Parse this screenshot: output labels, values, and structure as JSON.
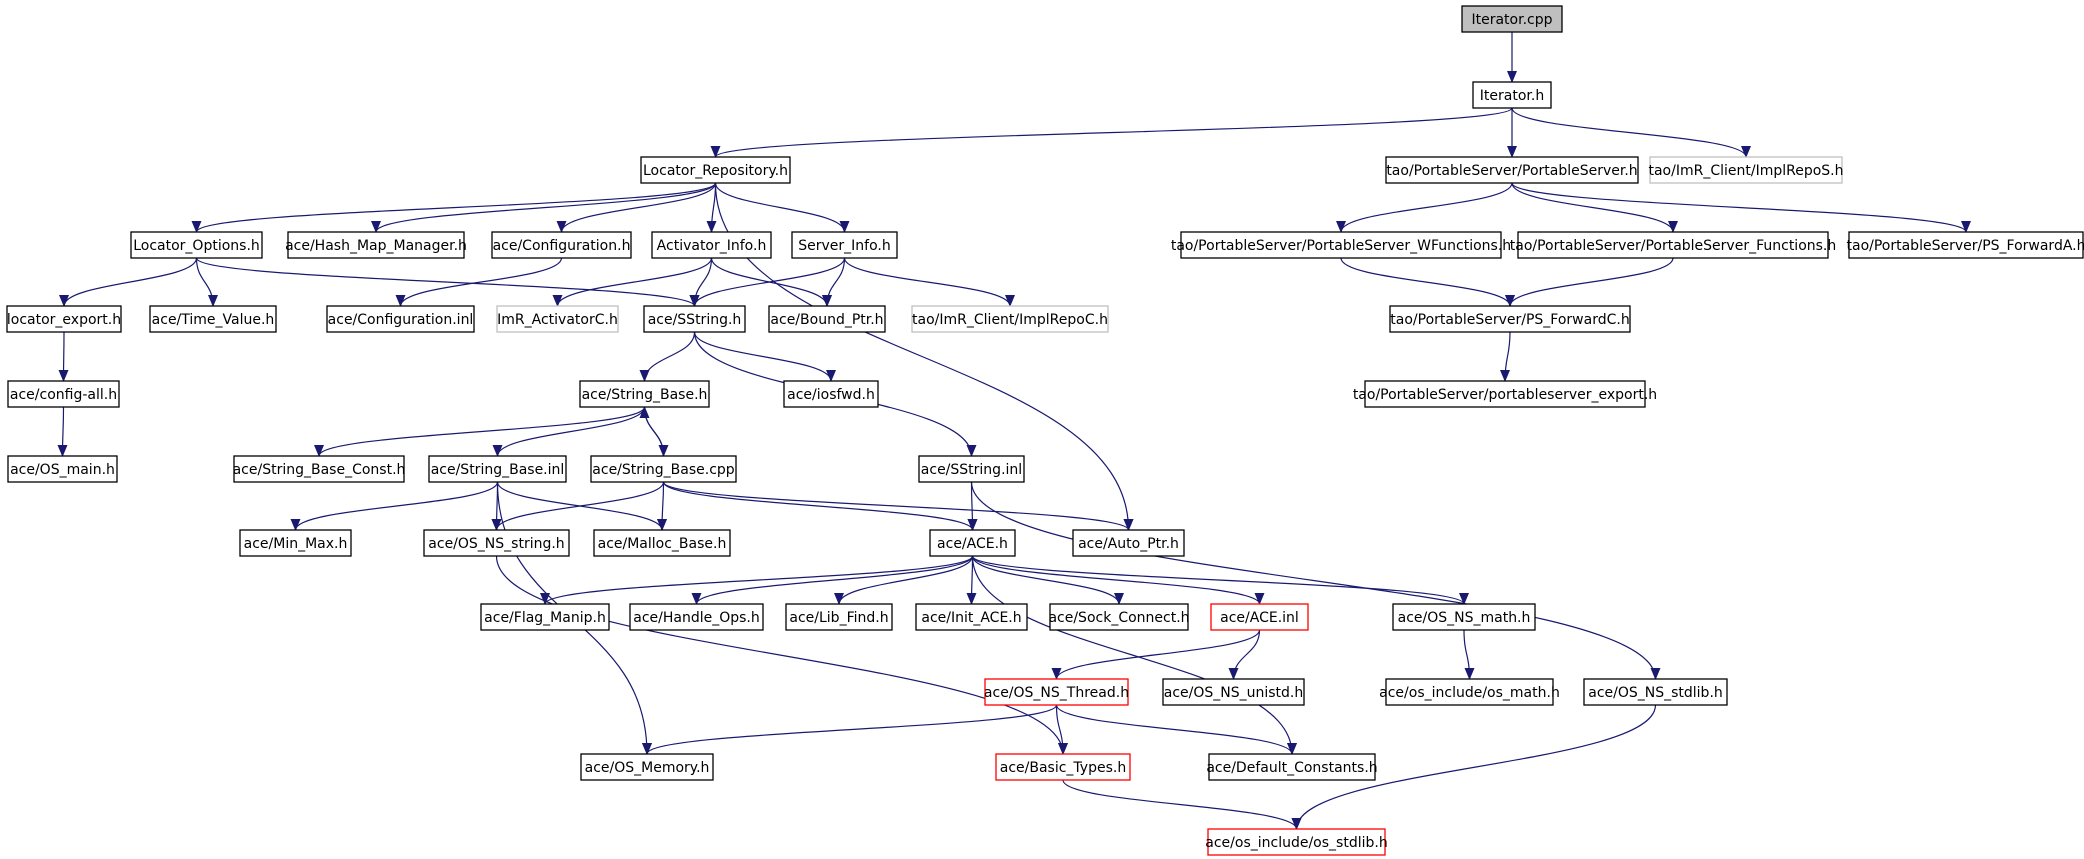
{
  "nodes": [
    {
      "id": "n_iterator_cpp",
      "label": "Iterator.cpp",
      "style": "root"
    },
    {
      "id": "n_iterator_h",
      "label": "Iterator.h",
      "style": "normal"
    },
    {
      "id": "n_locator_repository",
      "label": "Locator_Repository.h",
      "style": "normal"
    },
    {
      "id": "n_portableserver",
      "label": "tao/PortableServer/PortableServer.h",
      "style": "normal"
    },
    {
      "id": "n_implrepos",
      "label": "tao/ImR_Client/ImplRepoS.h",
      "style": "external"
    },
    {
      "id": "n_locator_options",
      "label": "Locator_Options.h",
      "style": "normal"
    },
    {
      "id": "n_hash_map_manager",
      "label": "ace/Hash_Map_Manager.h",
      "style": "normal"
    },
    {
      "id": "n_configuration_h",
      "label": "ace/Configuration.h",
      "style": "normal"
    },
    {
      "id": "n_activator_info",
      "label": "Activator_Info.h",
      "style": "normal"
    },
    {
      "id": "n_server_info",
      "label": "Server_Info.h",
      "style": "normal"
    },
    {
      "id": "n_ps_wfunctions",
      "label": "tao/PortableServer/PortableServer_WFunctions.h",
      "style": "normal"
    },
    {
      "id": "n_ps_functions",
      "label": "tao/PortableServer/PortableServer_Functions.h",
      "style": "normal"
    },
    {
      "id": "n_ps_forwarda",
      "label": "tao/PortableServer/PS_ForwardA.h",
      "style": "normal"
    },
    {
      "id": "n_locator_export",
      "label": "locator_export.h",
      "style": "normal"
    },
    {
      "id": "n_time_value",
      "label": "ace/Time_Value.h",
      "style": "normal"
    },
    {
      "id": "n_configuration_inl",
      "label": "ace/Configuration.inl",
      "style": "normal"
    },
    {
      "id": "n_imr_activatorc",
      "label": "ImR_ActivatorC.h",
      "style": "external"
    },
    {
      "id": "n_sstring_h",
      "label": "ace/SString.h",
      "style": "normal"
    },
    {
      "id": "n_bound_ptr",
      "label": "ace/Bound_Ptr.h",
      "style": "normal"
    },
    {
      "id": "n_implrepoc",
      "label": "tao/ImR_Client/ImplRepoC.h",
      "style": "external"
    },
    {
      "id": "n_ps_forwardc",
      "label": "tao/PortableServer/PS_ForwardC.h",
      "style": "normal"
    },
    {
      "id": "n_config_all",
      "label": "ace/config-all.h",
      "style": "normal"
    },
    {
      "id": "n_string_base_h",
      "label": "ace/String_Base.h",
      "style": "normal"
    },
    {
      "id": "n_iosfwd",
      "label": "ace/iosfwd.h",
      "style": "normal"
    },
    {
      "id": "n_portableserver_export",
      "label": "tao/PortableServer/portableserver_export.h",
      "style": "normal"
    },
    {
      "id": "n_os_main",
      "label": "ace/OS_main.h",
      "style": "normal"
    },
    {
      "id": "n_string_base_const",
      "label": "ace/String_Base_Const.h",
      "style": "normal"
    },
    {
      "id": "n_string_base_inl",
      "label": "ace/String_Base.inl",
      "style": "normal"
    },
    {
      "id": "n_string_base_cpp",
      "label": "ace/String_Base.cpp",
      "style": "normal"
    },
    {
      "id": "n_sstring_inl",
      "label": "ace/SString.inl",
      "style": "normal"
    },
    {
      "id": "n_min_max",
      "label": "ace/Min_Max.h",
      "style": "normal"
    },
    {
      "id": "n_os_ns_string",
      "label": "ace/OS_NS_string.h",
      "style": "normal"
    },
    {
      "id": "n_malloc_base",
      "label": "ace/Malloc_Base.h",
      "style": "normal"
    },
    {
      "id": "n_ace_h",
      "label": "ace/ACE.h",
      "style": "normal"
    },
    {
      "id": "n_auto_ptr",
      "label": "ace/Auto_Ptr.h",
      "style": "normal"
    },
    {
      "id": "n_flag_manip",
      "label": "ace/Flag_Manip.h",
      "style": "normal"
    },
    {
      "id": "n_handle_ops",
      "label": "ace/Handle_Ops.h",
      "style": "normal"
    },
    {
      "id": "n_lib_find",
      "label": "ace/Lib_Find.h",
      "style": "normal"
    },
    {
      "id": "n_init_ace",
      "label": "ace/Init_ACE.h",
      "style": "normal"
    },
    {
      "id": "n_sock_connect",
      "label": "ace/Sock_Connect.h",
      "style": "normal"
    },
    {
      "id": "n_ace_inl",
      "label": "ace/ACE.inl",
      "style": "truncated"
    },
    {
      "id": "n_os_ns_math",
      "label": "ace/OS_NS_math.h",
      "style": "normal"
    },
    {
      "id": "n_os_ns_thread",
      "label": "ace/OS_NS_Thread.h",
      "style": "truncated"
    },
    {
      "id": "n_os_ns_unistd",
      "label": "ace/OS_NS_unistd.h",
      "style": "normal"
    },
    {
      "id": "n_os_math",
      "label": "ace/os_include/os_math.h",
      "style": "normal"
    },
    {
      "id": "n_os_ns_stdlib",
      "label": "ace/OS_NS_stdlib.h",
      "style": "normal"
    },
    {
      "id": "n_os_memory",
      "label": "ace/OS_Memory.h",
      "style": "normal"
    },
    {
      "id": "n_basic_types",
      "label": "ace/Basic_Types.h",
      "style": "truncated"
    },
    {
      "id": "n_default_constants",
      "label": "ace/Default_Constants.h",
      "style": "normal"
    },
    {
      "id": "n_os_stdlib",
      "label": "ace/os_include/os_stdlib.h",
      "style": "truncated"
    }
  ],
  "edges": [
    [
      "n_iterator_cpp",
      "n_iterator_h"
    ],
    [
      "n_iterator_h",
      "n_locator_repository"
    ],
    [
      "n_iterator_h",
      "n_portableserver"
    ],
    [
      "n_iterator_h",
      "n_implrepos"
    ],
    [
      "n_locator_repository",
      "n_locator_options"
    ],
    [
      "n_locator_repository",
      "n_hash_map_manager"
    ],
    [
      "n_locator_repository",
      "n_configuration_h"
    ],
    [
      "n_locator_repository",
      "n_activator_info"
    ],
    [
      "n_locator_repository",
      "n_server_info"
    ],
    [
      "n_locator_repository",
      "n_auto_ptr"
    ],
    [
      "n_portableserver",
      "n_ps_wfunctions"
    ],
    [
      "n_portableserver",
      "n_ps_functions"
    ],
    [
      "n_portableserver",
      "n_ps_forwarda"
    ],
    [
      "n_ps_wfunctions",
      "n_ps_forwardc"
    ],
    [
      "n_ps_functions",
      "n_ps_forwardc"
    ],
    [
      "n_ps_forwardc",
      "n_portableserver_export"
    ],
    [
      "n_locator_options",
      "n_locator_export"
    ],
    [
      "n_locator_options",
      "n_time_value"
    ],
    [
      "n_locator_options",
      "n_sstring_h"
    ],
    [
      "n_configuration_h",
      "n_configuration_inl"
    ],
    [
      "n_activator_info",
      "n_imr_activatorc"
    ],
    [
      "n_activator_info",
      "n_sstring_h"
    ],
    [
      "n_activator_info",
      "n_bound_ptr"
    ],
    [
      "n_server_info",
      "n_sstring_h"
    ],
    [
      "n_server_info",
      "n_bound_ptr"
    ],
    [
      "n_server_info",
      "n_implrepoc"
    ],
    [
      "n_locator_export",
      "n_config_all"
    ],
    [
      "n_config_all",
      "n_os_main"
    ],
    [
      "n_sstring_h",
      "n_string_base_h"
    ],
    [
      "n_sstring_h",
      "n_iosfwd"
    ],
    [
      "n_sstring_h",
      "n_sstring_inl"
    ],
    [
      "n_string_base_h",
      "n_string_base_const"
    ],
    [
      "n_string_base_h",
      "n_string_base_inl"
    ],
    [
      "n_string_base_h",
      "n_string_base_cpp"
    ],
    [
      "n_string_base_cpp",
      "n_string_base_h"
    ],
    [
      "n_string_base_inl",
      "n_min_max"
    ],
    [
      "n_string_base_inl",
      "n_os_ns_string"
    ],
    [
      "n_string_base_inl",
      "n_malloc_base"
    ],
    [
      "n_string_base_inl",
      "n_os_memory"
    ],
    [
      "n_string_base_cpp",
      "n_os_ns_string"
    ],
    [
      "n_string_base_cpp",
      "n_malloc_base"
    ],
    [
      "n_string_base_cpp",
      "n_ace_h"
    ],
    [
      "n_string_base_cpp",
      "n_auto_ptr"
    ],
    [
      "n_sstring_inl",
      "n_ace_h"
    ],
    [
      "n_sstring_inl",
      "n_os_ns_stdlib"
    ],
    [
      "n_os_ns_string",
      "n_basic_types"
    ],
    [
      "n_ace_h",
      "n_flag_manip"
    ],
    [
      "n_ace_h",
      "n_handle_ops"
    ],
    [
      "n_ace_h",
      "n_lib_find"
    ],
    [
      "n_ace_h",
      "n_init_ace"
    ],
    [
      "n_ace_h",
      "n_sock_connect"
    ],
    [
      "n_ace_h",
      "n_ace_inl"
    ],
    [
      "n_ace_h",
      "n_os_ns_math"
    ],
    [
      "n_ace_h",
      "n_default_constants"
    ],
    [
      "n_ace_inl",
      "n_os_ns_thread"
    ],
    [
      "n_ace_inl",
      "n_os_ns_unistd"
    ],
    [
      "n_os_ns_math",
      "n_os_math"
    ],
    [
      "n_os_ns_thread",
      "n_os_memory"
    ],
    [
      "n_os_ns_thread",
      "n_basic_types"
    ],
    [
      "n_os_ns_thread",
      "n_default_constants"
    ],
    [
      "n_basic_types",
      "n_os_stdlib"
    ],
    [
      "n_os_ns_stdlib",
      "n_os_stdlib"
    ]
  ],
  "colors": {
    "edge": "#191970",
    "root_fill": "#bfbfbf",
    "normal_border": "#000000",
    "external_border": "#bfbfbf",
    "truncated_border": "#ff0000",
    "text": "#000000"
  }
}
